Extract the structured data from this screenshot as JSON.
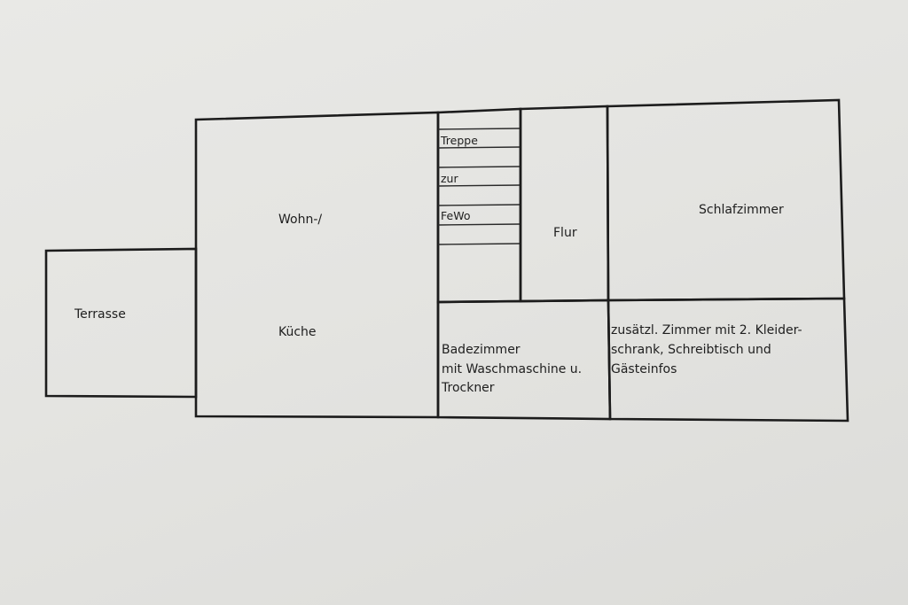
{
  "plan": {
    "rooms": {
      "terrasse": "Terrasse",
      "wohn_line1": "Wohn-/",
      "wohn_line2": "Küche",
      "stairs_line1": "Treppe",
      "stairs_line2": "zur",
      "stairs_line3": "FeWo",
      "flur": "Flur",
      "schlafzimmer": "Schlafzimmer",
      "bad_line1": "Badezimmer",
      "bad_line2": "mit Waschmaschine u.",
      "bad_line3": "Trockner",
      "extra_line1": "zusätzl. Zimmer mit 2. Kleider-",
      "extra_line2": "schrank, Schreibtisch und",
      "extra_line3": "Gästeinfos"
    }
  }
}
